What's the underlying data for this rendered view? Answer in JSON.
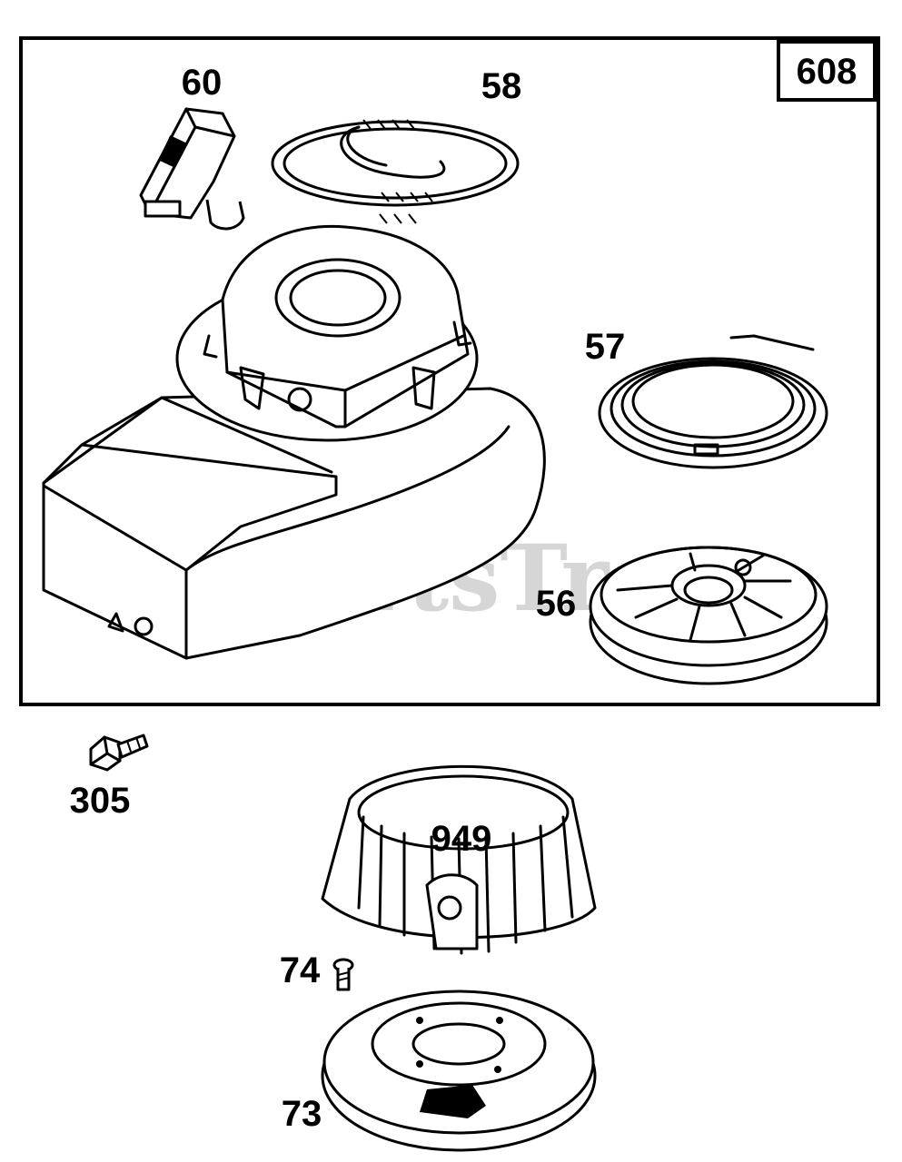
{
  "assembly": {
    "box_number": "608"
  },
  "watermark": "PartsTree",
  "parts": [
    {
      "number": "60",
      "icon": "starter-handle-icon"
    },
    {
      "number": "58",
      "icon": "starter-rope-icon"
    },
    {
      "number": "57",
      "icon": "rewind-spring-icon"
    },
    {
      "number": "56",
      "icon": "pulley-icon"
    },
    {
      "number": "305",
      "icon": "screw-icon"
    },
    {
      "number": "949",
      "icon": "rotating-screen-icon"
    },
    {
      "number": "74",
      "icon": "screw-icon"
    },
    {
      "number": "73",
      "icon": "cover-plate-icon"
    }
  ],
  "colors": {
    "line": "#000000",
    "background": "#ffffff",
    "watermark": "#d6d6d6"
  }
}
